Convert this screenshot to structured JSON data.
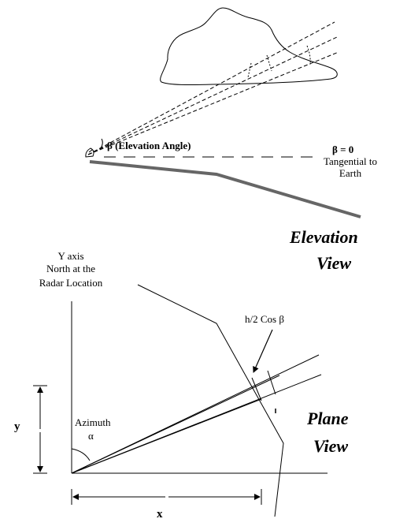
{
  "elevation_view": {
    "title_line1": "Elevation",
    "title_line2": "View",
    "elevation_angle_label": "β (Elevation Angle)",
    "beta_zero_label": "β = 0",
    "tangential_line1": "Tangential to",
    "tangential_line2": "Earth"
  },
  "plane_view": {
    "title_line1": "Plane",
    "title_line2": "View",
    "y_axis_line1": "Y axis",
    "y_axis_line2": "North at the",
    "y_axis_line3": "Radar Location",
    "beam_width_label": "h/2 Cos β",
    "azimuth_label": "Azimuth",
    "alpha_label": "α",
    "y_label": "y",
    "x_label": "x"
  }
}
